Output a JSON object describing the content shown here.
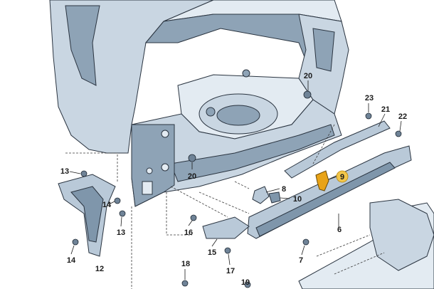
{
  "colors": {
    "body": "#c9d6e2",
    "body_dark": "#8ea3b6",
    "outline": "#2a3440",
    "highlight_part": "#e8a317",
    "highlight_label": "#f2c64a"
  },
  "labels": [
    {
      "id": "l20a",
      "text": "20"
    },
    {
      "id": "l20b",
      "text": "20"
    },
    {
      "id": "l23",
      "text": "23"
    },
    {
      "id": "l21",
      "text": "21"
    },
    {
      "id": "l22",
      "text": "22"
    },
    {
      "id": "l9",
      "text": "9"
    },
    {
      "id": "l8",
      "text": "8"
    },
    {
      "id": "l10",
      "text": "10"
    },
    {
      "id": "l6",
      "text": "6"
    },
    {
      "id": "l7",
      "text": "7"
    },
    {
      "id": "l13a",
      "text": "13"
    },
    {
      "id": "l14a",
      "text": "14"
    },
    {
      "id": "l13b",
      "text": "13"
    },
    {
      "id": "l14b",
      "text": "14"
    },
    {
      "id": "l12",
      "text": "12"
    },
    {
      "id": "l16",
      "text": "16"
    },
    {
      "id": "l15",
      "text": "15"
    },
    {
      "id": "l17",
      "text": "17"
    },
    {
      "id": "l18",
      "text": "18"
    },
    {
      "id": "l19",
      "text": "19"
    }
  ]
}
